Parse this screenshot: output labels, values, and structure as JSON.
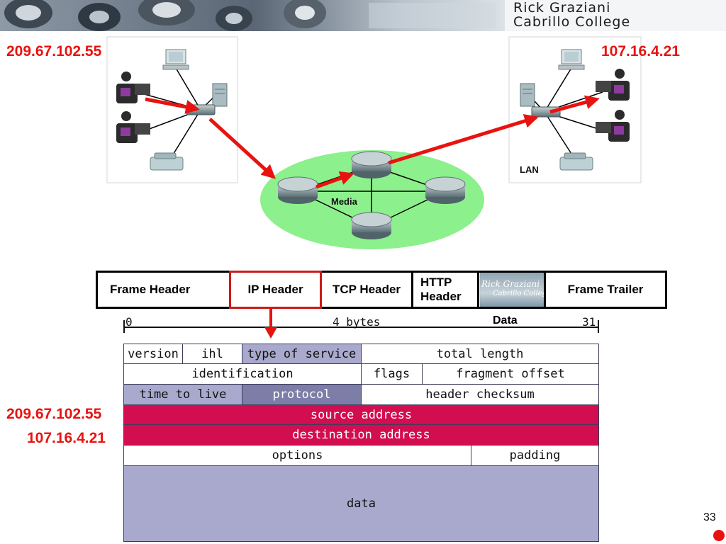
{
  "header": {
    "author_line1": "Rick Graziani",
    "author_line2": "Cabrillo College"
  },
  "network": {
    "source_ip": "209.67.102.55",
    "destination_ip": "107.16.4.21",
    "media_label": "Media",
    "lan_label": "LAN"
  },
  "frame": {
    "segments": [
      "Frame Header",
      "IP Header",
      "TCP Header",
      "HTTP Header",
      "Frame Trailer"
    ],
    "data_watermark_line1": "Rick Graziani",
    "data_watermark_line2": "Cabrillo College",
    "highlighted": "IP Header",
    "data_label": "Data"
  },
  "ruler": {
    "start": "0",
    "middle": "4 bytes",
    "end": "31"
  },
  "ip_header": {
    "row1": [
      "version",
      "ihl",
      "type of service",
      "total length"
    ],
    "row2": [
      "identification",
      "flags",
      "fragment offset"
    ],
    "row3": [
      "time to live",
      "protocol",
      "header checksum"
    ],
    "row4": "source address",
    "row5": "destination address",
    "row6": [
      "options",
      "padding"
    ],
    "row7": "data"
  },
  "field_values": {
    "source": "209.67.102.55",
    "destination": "107.16.4.21"
  },
  "slide_number": "33",
  "colors": {
    "accent_red": "#e8130f",
    "address_rows": "#d20d50",
    "lavender": "#a9a9cd",
    "media_cloud": "#8cf08c"
  }
}
